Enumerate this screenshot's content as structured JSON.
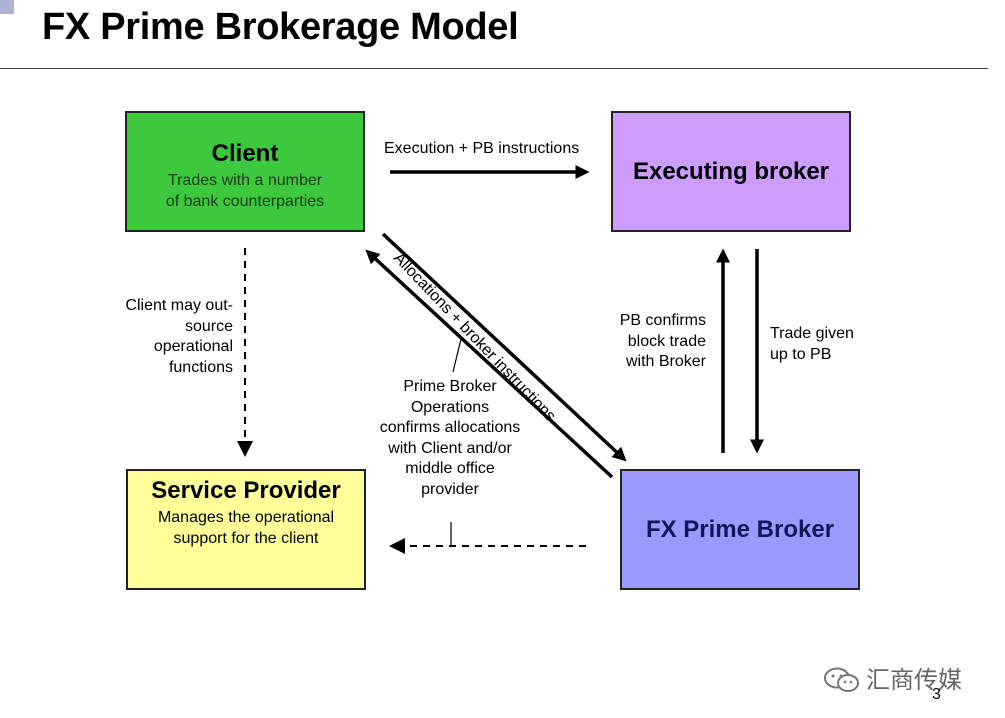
{
  "title": "FX Prime Brokerage Model",
  "boxes": {
    "client": {
      "title": "Client",
      "subtitle_lines": [
        "Trades with a number",
        "of bank counterparties"
      ]
    },
    "executing_broker": {
      "title": "Executing broker"
    },
    "service_provider": {
      "title": "Service Provider",
      "subtitle_lines": [
        "Manages the operational",
        "support for the client"
      ]
    },
    "fx_prime_broker": {
      "title": "FX Prime Broker"
    }
  },
  "labels": {
    "execution_pb": "Execution + PB instructions",
    "outsource_lines": [
      "Client may out-",
      "source",
      "operational",
      "functions"
    ],
    "allocations": "Allocations + broker instructions",
    "pb_confirms_lines": [
      "PB confirms",
      "block trade",
      "with Broker"
    ],
    "trade_given_lines": [
      "Trade given",
      "up to PB"
    ],
    "pb_operations_lines": [
      "Prime Broker",
      "Operations",
      "confirms allocations",
      "with Client and/or",
      "middle office",
      "provider"
    ]
  },
  "watermark": "汇商传媒",
  "page_number": "3"
}
